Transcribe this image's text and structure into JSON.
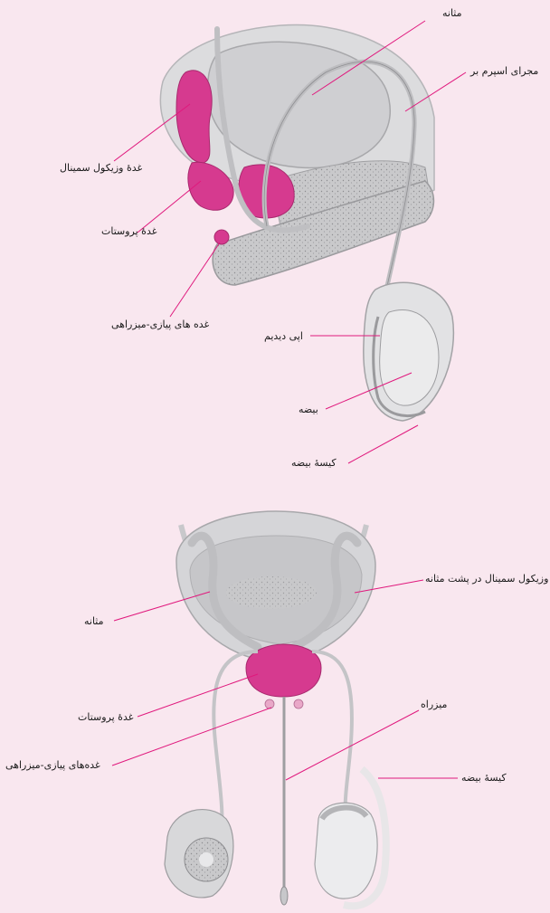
{
  "colors": {
    "background": "#f9e7ef",
    "leader_line": "#e0197d",
    "gland": "#d63a8f",
    "tissue": "#d2d2d4",
    "outline": "#9a9a9a"
  },
  "side_view": {
    "labels": {
      "bladder": "مثانه",
      "vas_deferens": "مجرای اسپرم بر",
      "seminal_vesicle": "غدهٔ وزیکول سمینال",
      "prostate": "غدهٔ پروستات",
      "bulbourethral": "غده های پیازی-میزراهی",
      "epididymis": "اپی دیدیم",
      "testis": "بیضه",
      "scrotum": "کیسهٔ بیضه"
    }
  },
  "front_view": {
    "labels": {
      "seminal_vesicle_behind": "وزیکول سمینال در پشت مثانه",
      "bladder": "مثانه",
      "prostate": "غدهٔ پروستات",
      "urethra": "میزراه",
      "bulbourethral": "غده‌های پیازی-میزراهی",
      "scrotum": "کیسهٔ بیضه"
    }
  }
}
